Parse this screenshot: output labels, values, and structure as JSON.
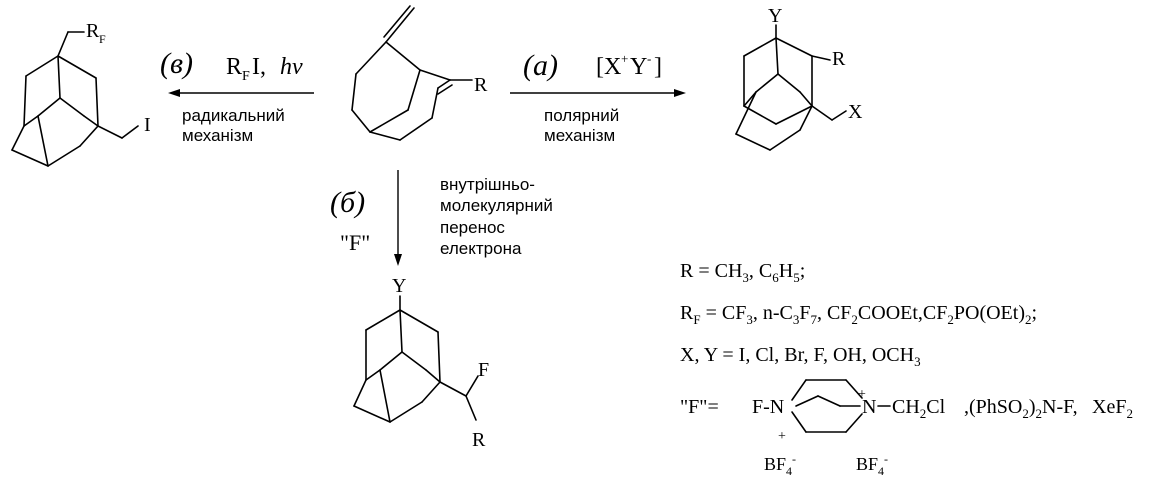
{
  "route_a": {
    "label": "(а)",
    "reagent_open": "[X",
    "reagent_plus": "+",
    "reagent_y": "Y",
    "reagent_minus": "-",
    "reagent_close": "]",
    "mechanism_line1": "полярний",
    "mechanism_line2": "механізм"
  },
  "route_b": {
    "label": "(б)",
    "reagent": "\"F\"",
    "mechanism_line1": "внутрішньо-",
    "mechanism_line2": "молекулярний",
    "mechanism_line3": "перенос",
    "mechanism_line4": "електрона"
  },
  "route_c": {
    "label": "(в)",
    "reagent_main": "R",
    "reagent_sub": "F",
    "reagent_tail": "I,",
    "light": "hv",
    "mechanism_line1": "радикальний",
    "mechanism_line2": "механізм"
  },
  "atoms": {
    "r": "R",
    "y": "Y",
    "x": "X",
    "i": "I",
    "f": "F",
    "rf_main": "R",
    "rf_sub": "F"
  },
  "legend": {
    "r_def": "R = CH",
    "r_def_sub1": "3",
    "r_def_mid": ", C",
    "r_def_sub2": "6",
    "r_def_h": "H",
    "r_def_sub3": "5",
    "r_def_end": ";",
    "rf_def_main": "R",
    "rf_def_sub": "F",
    "rf_def_rest": " = CF",
    "rf_def_sub_a": "3",
    "rf_def_rest2": ", n-C",
    "rf_def_sub_b": "3",
    "rf_def_rest3": "F",
    "rf_def_sub_c": "7",
    "rf_def_rest4": ", CF",
    "rf_def_sub_d": "2",
    "rf_def_rest5": "COOEt,CF",
    "rf_def_sub_e": "2",
    "rf_def_rest6": "PO(OEt)",
    "rf_def_sub_f": "2",
    "rf_def_end": ";",
    "xy_def": "X, Y = I, Cl, Br, F, OH, OCH",
    "xy_def_sub": "3"
  },
  "fluorinating_agents": {
    "lhs": "\"F\"=",
    "f_n": "F-N",
    "n_plus_top": "+",
    "n_right": "N",
    "ch2cl_main": "CH",
    "ch2cl_sub": "2",
    "ch2cl_tail": "Cl",
    "n_plus_bottom": "+",
    "bf4_left_main": "BF",
    "bf4_left_sub": "4",
    "bf4_left_charge": "-",
    "bf4_right_main": "BF",
    "bf4_right_sub": "4",
    "bf4_right_charge": "-",
    "phso2_a": ",(PhSO",
    "phso2_sub": "2",
    "phso2_b": ")",
    "phso2_sub2": "2",
    "phso2_c": "N-F,",
    "xef_main": "XeF",
    "xef_sub": "2"
  }
}
